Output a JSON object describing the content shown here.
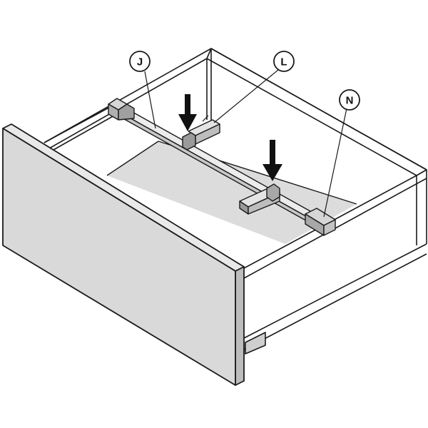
{
  "callouts": [
    {
      "id": "J",
      "label": "J"
    },
    {
      "id": "L",
      "label": "L"
    },
    {
      "id": "N",
      "label": "N"
    }
  ],
  "colors": {
    "line": "#1a1a1a",
    "front_panel": "#d9d9d9",
    "bottom_panel": "#dcdcdc",
    "rail": "#c8c8c8",
    "bracket": "#a8a8a8",
    "background": "#ffffff"
  }
}
